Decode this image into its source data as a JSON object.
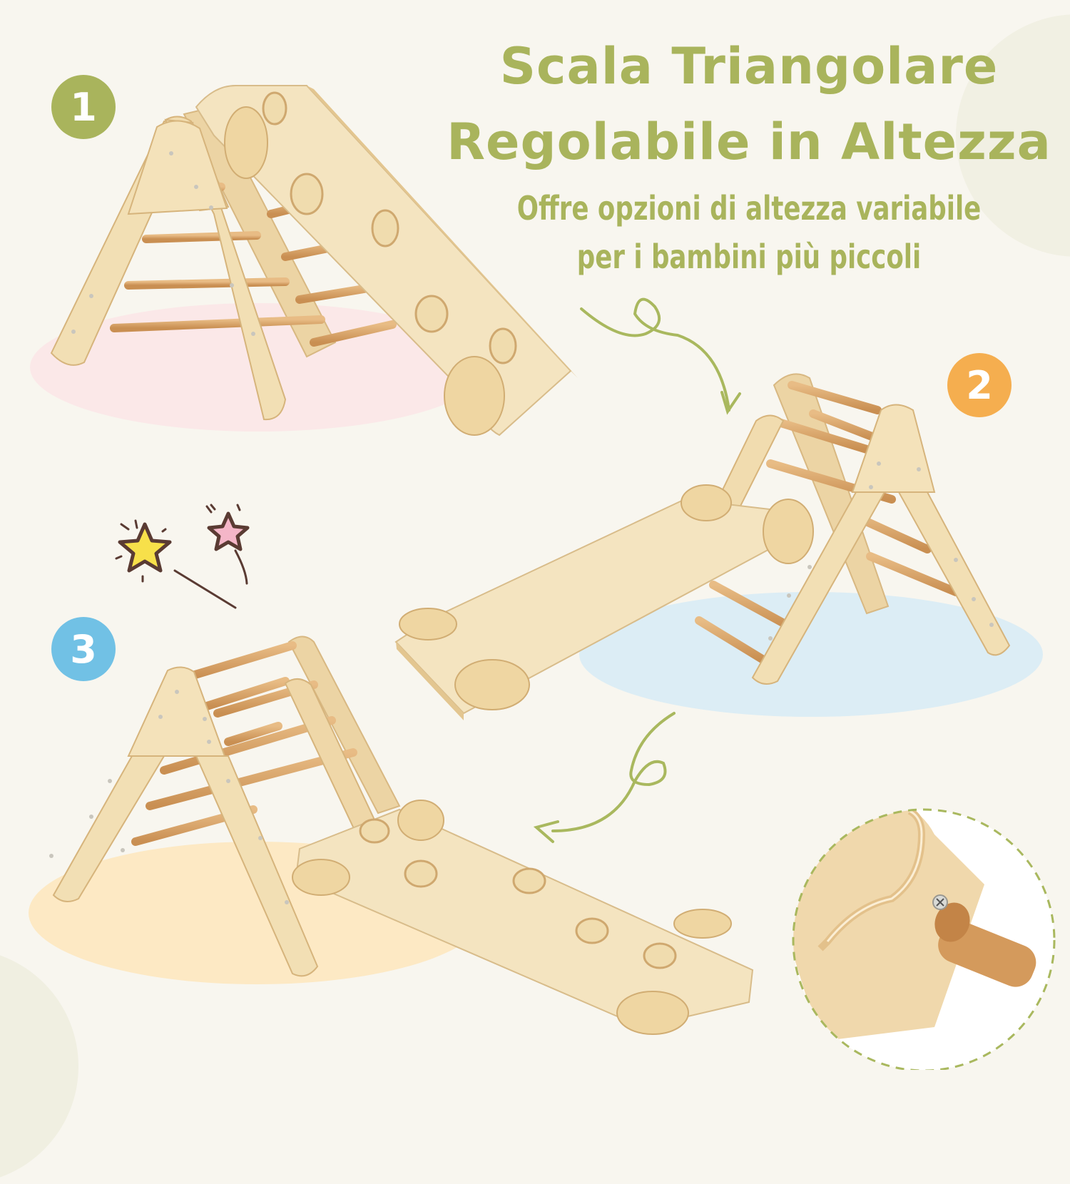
{
  "heading": {
    "line1": "Scala Triangolare",
    "line2": "Regolabile in Altezza"
  },
  "subheading": {
    "line1": "Offre opzioni di altezza variabile",
    "line2": "per i bambini più piccoli"
  },
  "badges": [
    {
      "number": "1",
      "color": "#a9b45c"
    },
    {
      "number": "2",
      "color": "#f5ae4f"
    },
    {
      "number": "3",
      "color": "#71c1e5"
    }
  ],
  "configurations": [
    {
      "step": "1",
      "description": "triangle with ramp leaning on top, climbing-wall side",
      "floor_color": "#fbe8e8"
    },
    {
      "step": "2",
      "description": "triangle with ramp attached to low rung, slide side",
      "floor_color": "#dcedf5"
    },
    {
      "step": "3",
      "description": "triangle with ramp attached to middle rung, climbing-wall side",
      "floor_color": "#fde9c4"
    }
  ],
  "decorations": {
    "stars": [
      "yellow-star-icon",
      "pink-star-icon"
    ],
    "arrows": [
      "curly-arrow-down-icon",
      "curly-arrow-left-icon"
    ],
    "detail_inset": "ramp hook on rung close-up"
  },
  "colors": {
    "background": "#f8f6ef",
    "text_green": "#a9b45c",
    "wood_light": "#f1dfb8",
    "wood_rung": "#d9a66b"
  }
}
